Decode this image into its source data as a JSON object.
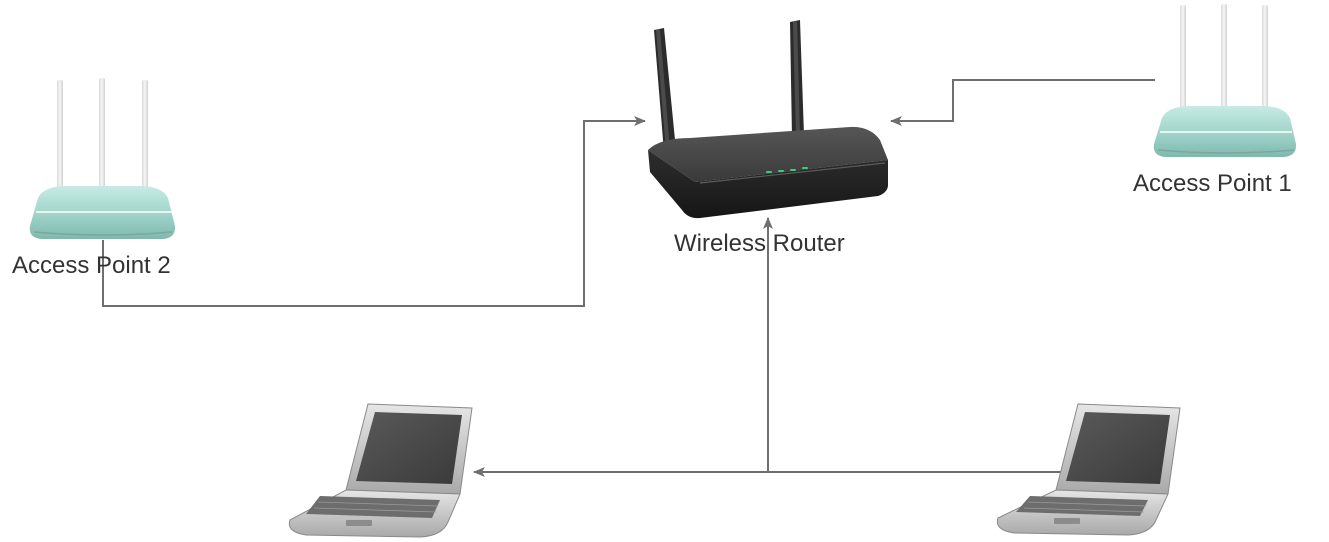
{
  "nodes": {
    "wireless_router": {
      "label": "Wireless Router",
      "icon": "wireless-router-icon"
    },
    "access_point_1": {
      "label": "Access Point 1",
      "icon": "access-point-icon"
    },
    "access_point_2": {
      "label": "Access Point 2",
      "icon": "access-point-icon"
    },
    "laptop_left": {
      "icon": "laptop-icon"
    },
    "laptop_right": {
      "icon": "laptop-icon"
    }
  },
  "edges": [
    {
      "from": "access_point_2",
      "to": "wireless_router",
      "arrow": "to"
    },
    {
      "from": "access_point_1",
      "to": "wireless_router",
      "arrow": "to"
    },
    {
      "from": "laptop_right",
      "to": "wireless_router",
      "arrow": "to"
    },
    {
      "from": "laptop_right",
      "to": "laptop_left",
      "arrow": "to"
    }
  ],
  "colors": {
    "connector": "#6f6f6f",
    "router_body": "#3b3b3b",
    "router_led": "#35d07f",
    "access_point_body": "#9fd3c9",
    "laptop_body": "#c9c9c9",
    "laptop_screen": "#4a4a4a",
    "label_text": "#333333"
  }
}
